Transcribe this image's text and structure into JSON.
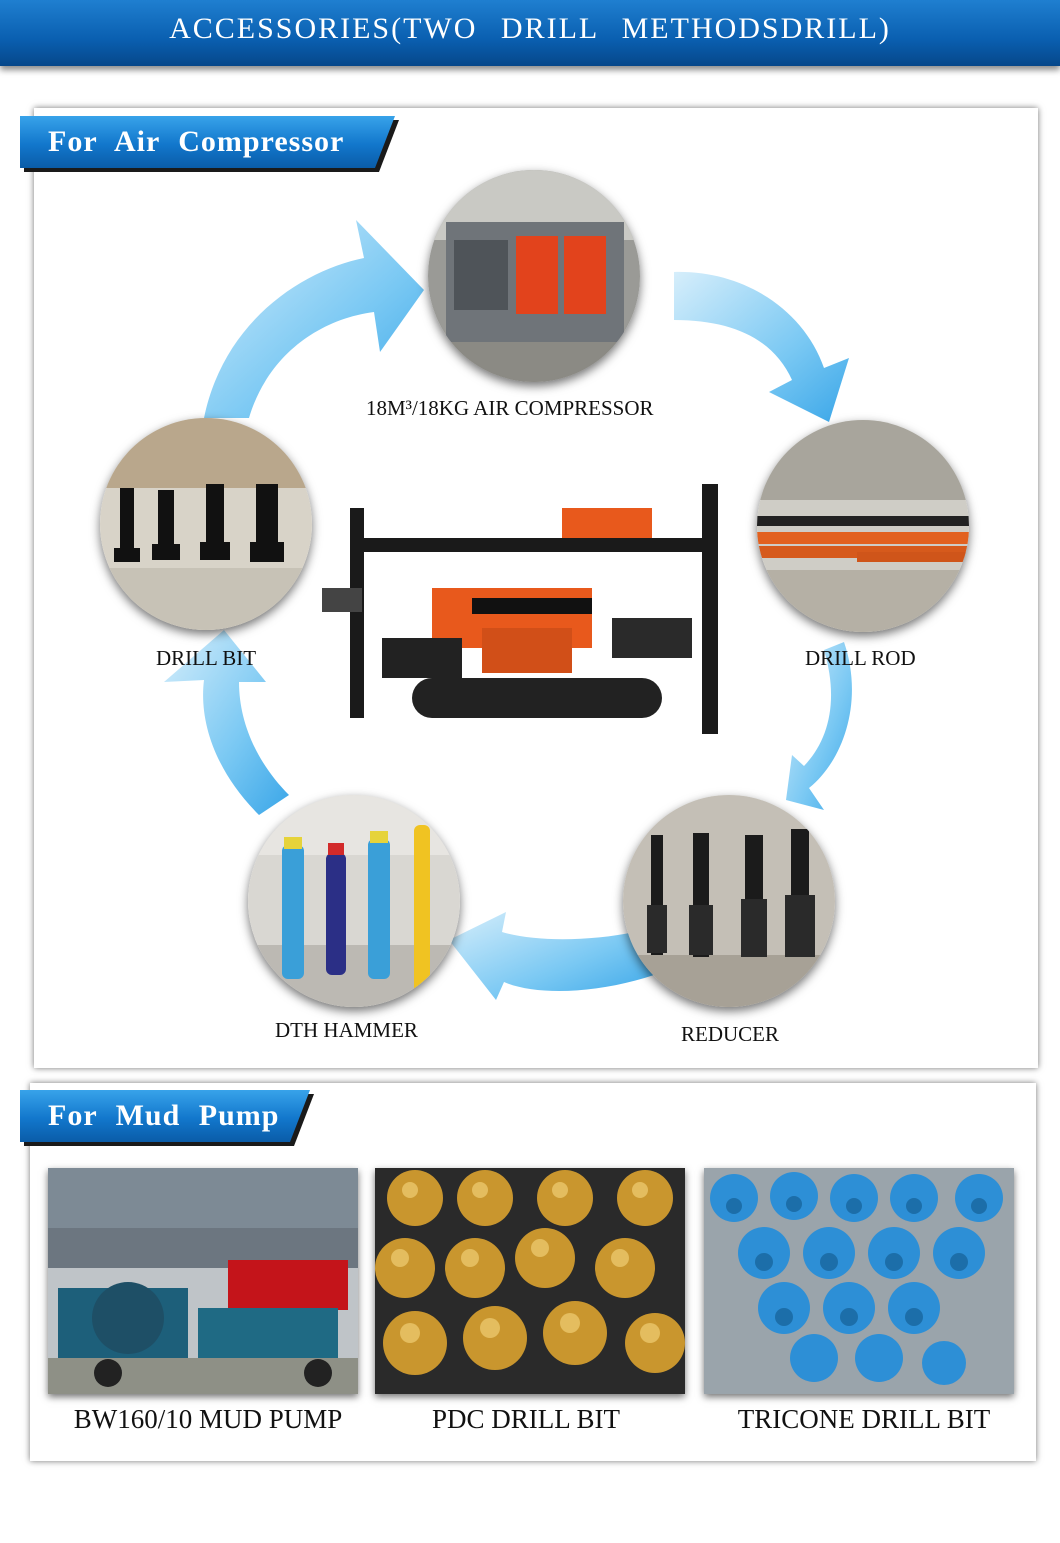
{
  "header": {
    "title": "ACCESSORIES(TWO DRILL METHODSDRILL)"
  },
  "air_section": {
    "title": "For Air Compressor",
    "items": [
      {
        "label": "18M³/18KG AIR COMPRESSOR"
      },
      {
        "label": "DRILL ROD"
      },
      {
        "label": "REDUCER"
      },
      {
        "label": "DTH HAMMER"
      },
      {
        "label": "DRILL BIT"
      }
    ]
  },
  "mud_section": {
    "title": "For Mud Pump",
    "items": [
      {
        "label": "BW160/10 MUD PUMP"
      },
      {
        "label": "PDC DRILL BIT"
      },
      {
        "label": "TRICONE DRILL BIT"
      }
    ]
  },
  "colors": {
    "banner_blue": "#0a5fb0",
    "tab_blue": "#1277cc",
    "arrow_blue": "#6ec4f2",
    "rig_orange": "#e8591c",
    "tricone_blue": "#2d8fd6",
    "pdc_gold": "#c9962e"
  }
}
